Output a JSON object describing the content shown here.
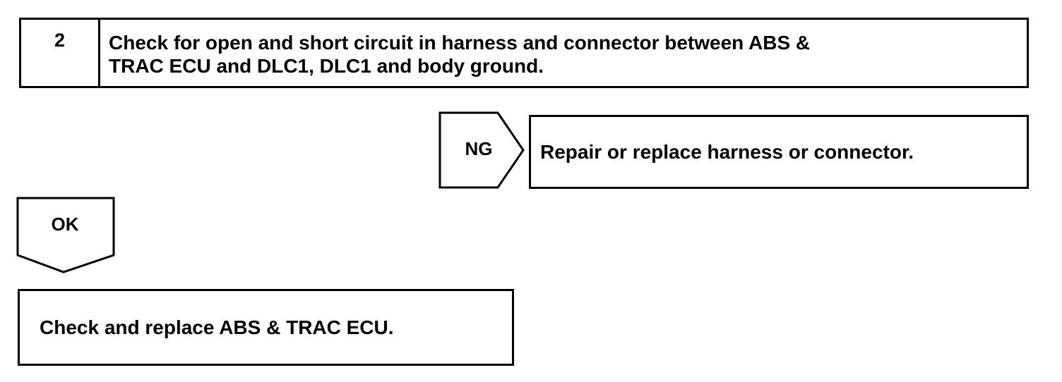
{
  "step": {
    "number": "2",
    "line1": "Check for open and short circuit in harness and connector between ABS &",
    "line2": "TRAC ECU and DLC1, DLC1 and body ground."
  },
  "ng_branch": {
    "label": "NG",
    "action": "Repair or replace harness or connector."
  },
  "ok_branch": {
    "label": "OK",
    "action": "Check and replace ABS & TRAC ECU."
  }
}
